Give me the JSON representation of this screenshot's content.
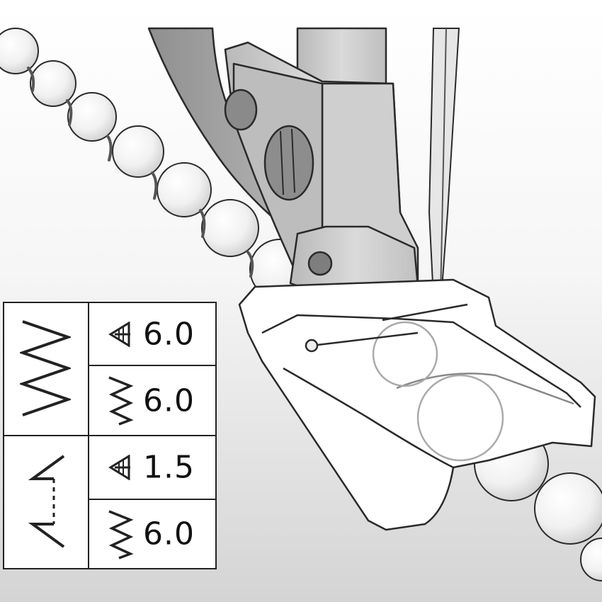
{
  "colors": {
    "background_top": "#ffffff",
    "background_bottom": "#d9d9d9",
    "line": "#2a2a2a",
    "metal": "#c9c9c9",
    "metal_dark": "#9a9a9a",
    "bead": "#f2f2f2",
    "thread": "#555555"
  },
  "settings": [
    {
      "stitch_icon": "zigzag-stitch-icon",
      "rows": [
        {
          "icon": "stitch-length-icon",
          "value": "6.0"
        },
        {
          "icon": "stitch-width-icon",
          "value": "6.0"
        }
      ]
    },
    {
      "stitch_icon": "tack-stitch-icon",
      "rows": [
        {
          "icon": "stitch-length-icon",
          "value": "1.5"
        },
        {
          "icon": "stitch-width-icon",
          "value": "6.0"
        }
      ]
    }
  ]
}
